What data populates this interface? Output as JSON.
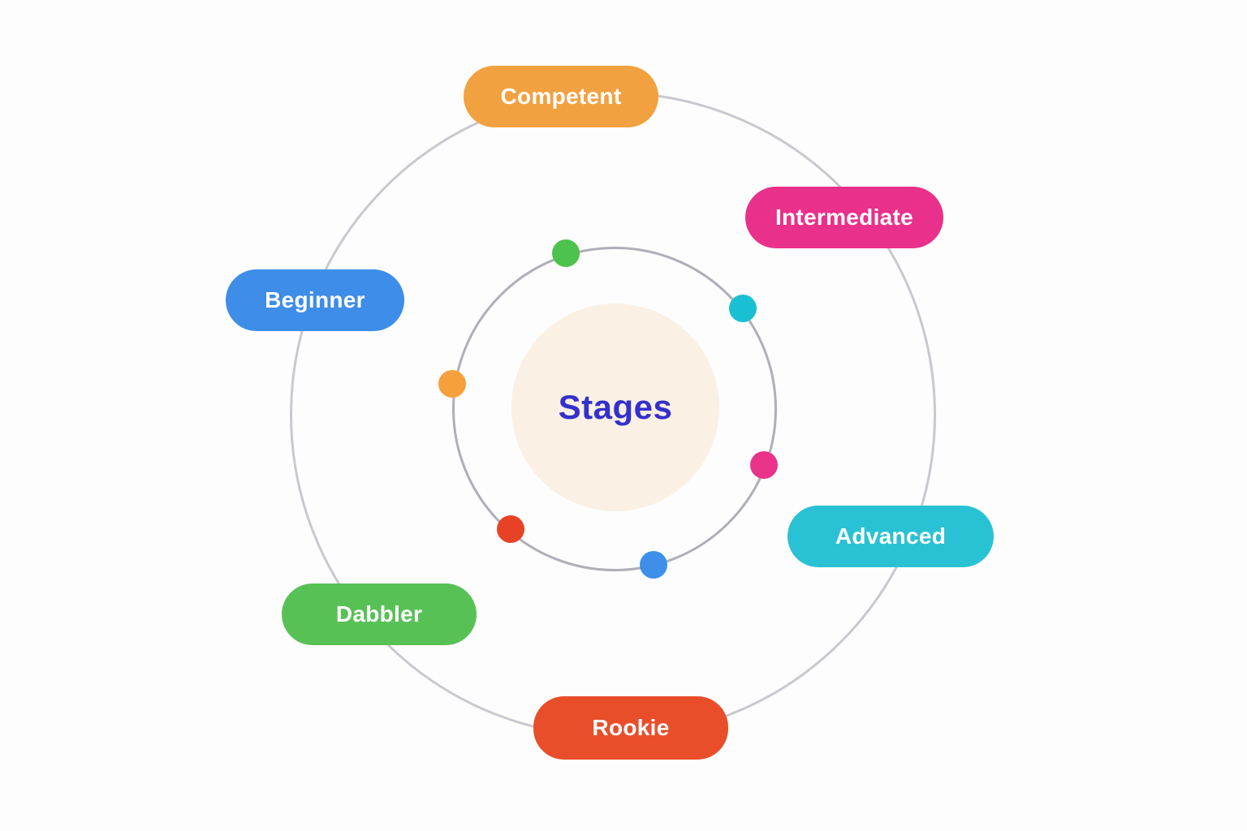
{
  "diagram": {
    "type": "concentric-orbit-diagram",
    "background_color": "#fdfdfd",
    "outer_ring_color": "#c8c9cf",
    "inner_ring_color": "#aeafb7"
  },
  "center": {
    "label": "Stages",
    "circle_color": "#faf0e4",
    "text_color": "#3430cb"
  },
  "stages": [
    {
      "label": "Competent",
      "pill_color": "#f2a140",
      "dot_color": "#f5a03c",
      "position": "top"
    },
    {
      "label": "Intermediate",
      "pill_color": "#e9308b",
      "dot_color": "#e9338b",
      "position": "upper-right"
    },
    {
      "label": "Advanced",
      "pill_color": "#29c2d4",
      "dot_color": "#19bfd3",
      "position": "lower-right"
    },
    {
      "label": "Rookie",
      "pill_color": "#e94e2b",
      "dot_color": "#e84226",
      "position": "bottom"
    },
    {
      "label": "Dabbler",
      "pill_color": "#58c156",
      "dot_color": "#4dc24c",
      "position": "lower-left"
    },
    {
      "label": "Beginner",
      "pill_color": "#3e8de8",
      "dot_color": "#3d8fe9",
      "position": "upper-left"
    }
  ]
}
